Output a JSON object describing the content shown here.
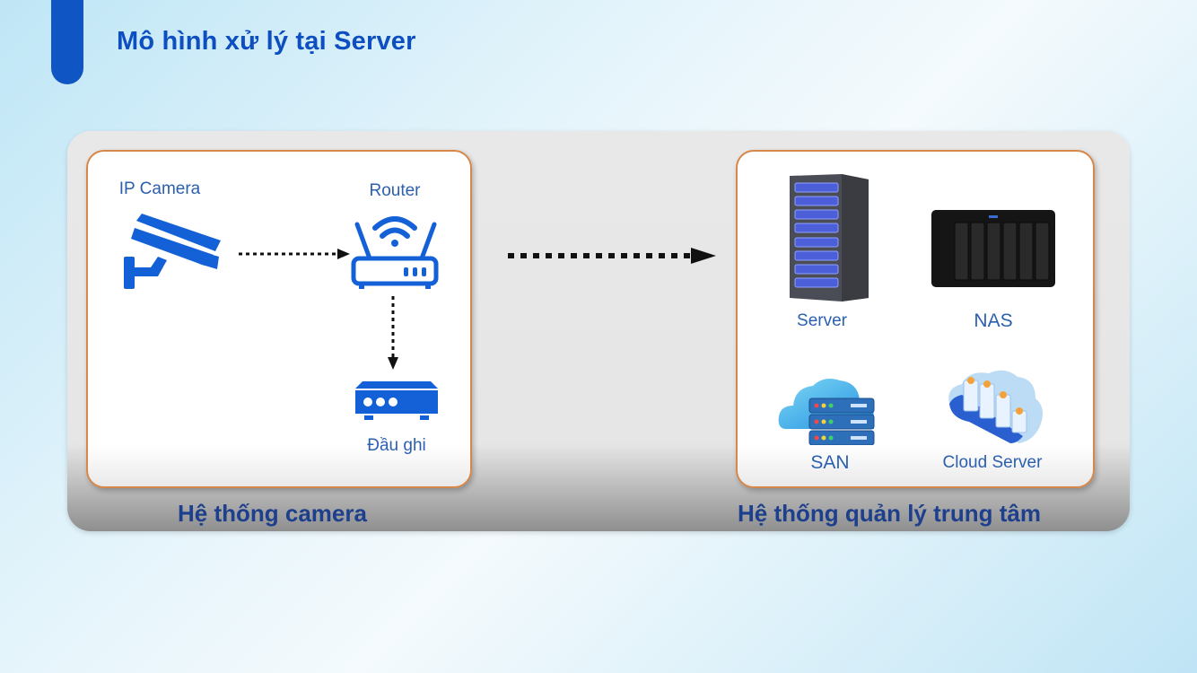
{
  "title": "Mô hình xử lý tại Server",
  "colors": {
    "accent": "#0f55c4",
    "icon_blue": "#1460d6",
    "card_border": "#d6884a",
    "label_text": "#2b5fb0",
    "group_text": "#1d3f8c"
  },
  "camera_system": {
    "label": "Hệ thống camera",
    "nodes": [
      {
        "id": "ip-camera",
        "label": "IP Camera",
        "icon": "cctv-camera-icon"
      },
      {
        "id": "router",
        "label": "Router",
        "icon": "wifi-router-icon"
      },
      {
        "id": "recorder",
        "label": "Đầu ghi",
        "icon": "dvr-recorder-icon"
      }
    ],
    "links": [
      {
        "from": "ip-camera",
        "to": "router",
        "style": "dotted-arrow"
      },
      {
        "from": "router",
        "to": "recorder",
        "style": "dotted-arrow"
      }
    ]
  },
  "central_system": {
    "label": "Hệ thống quản lý trung tâm",
    "nodes": [
      {
        "id": "server",
        "label": "Server",
        "icon": "server-rack-icon"
      },
      {
        "id": "nas",
        "label": "NAS",
        "icon": "nas-device-icon"
      },
      {
        "id": "san",
        "label": "SAN",
        "icon": "san-cloud-storage-icon"
      },
      {
        "id": "cloud-server",
        "label": "Cloud Server",
        "icon": "cloud-server-icon"
      }
    ]
  },
  "main_link": {
    "from": "camera_system",
    "to": "central_system",
    "style": "dotted-arrow"
  }
}
